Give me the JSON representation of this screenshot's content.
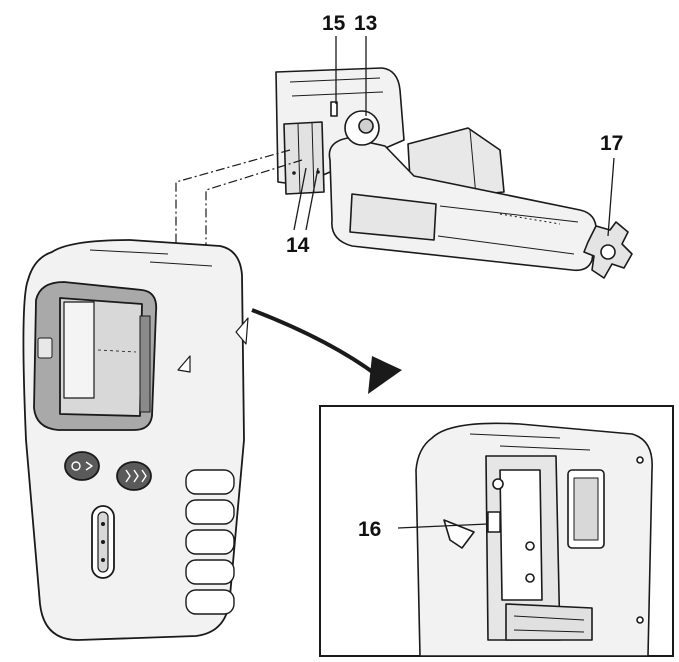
{
  "callouts": {
    "c13": "13",
    "c14": "14",
    "c15": "15",
    "c16": "16",
    "c17": "17"
  },
  "colors": {
    "line": "#1a1a1a",
    "device_fill": "#f2f2f2",
    "screen_fill": "#d8d8d8",
    "screen_dark": "#a9a9a9",
    "button_fill": "#5a5a5a",
    "background": "#ffffff"
  },
  "icons": [
    "power-button-icon",
    "sound-button-icon",
    "led-indicator-icon",
    "knob-icon",
    "arrow-icon"
  ]
}
